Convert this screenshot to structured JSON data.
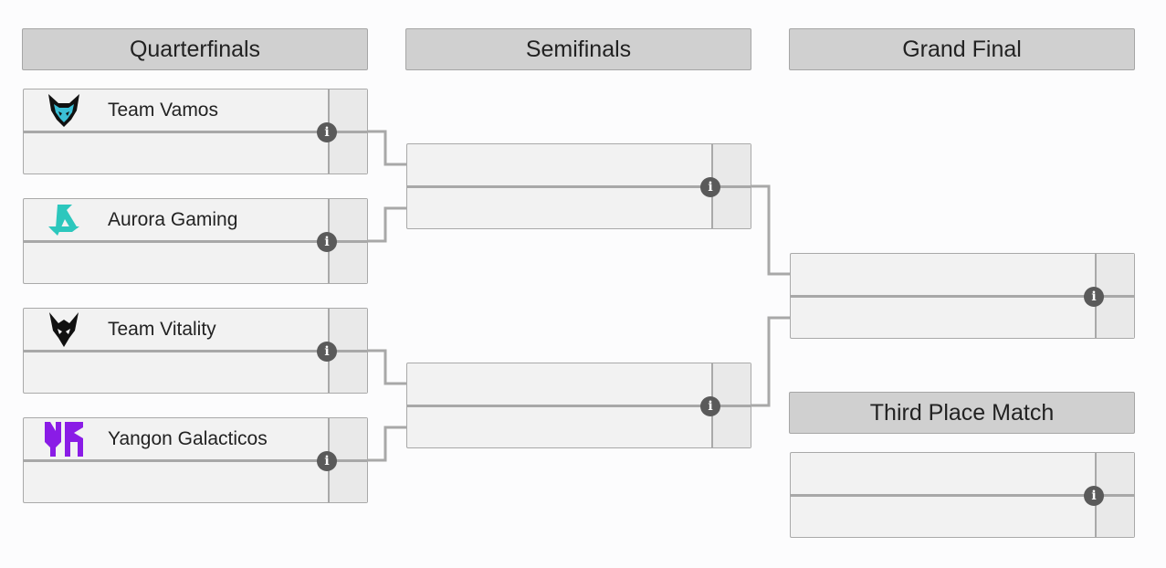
{
  "rounds": {
    "quarterfinals": "Quarterfinals",
    "semifinals": "Semifinals",
    "grand_final": "Grand Final",
    "third_place": "Third Place Match"
  },
  "quarterfinals": [
    {
      "top_team": "Team Vamos",
      "top_logo": "team-vamos-logo-icon",
      "bottom_team": ""
    },
    {
      "top_team": "Aurora Gaming",
      "top_logo": "aurora-gaming-logo-icon",
      "bottom_team": ""
    },
    {
      "top_team": "Team Vitality",
      "top_logo": "team-vitality-logo-icon",
      "bottom_team": ""
    },
    {
      "top_team": "Yangon Galacticos",
      "top_logo": "yangon-galacticos-logo-icon",
      "bottom_team": ""
    }
  ],
  "semifinals": [
    {
      "top_team": "",
      "bottom_team": ""
    },
    {
      "top_team": "",
      "bottom_team": ""
    }
  ],
  "grand_final": {
    "top_team": "",
    "bottom_team": ""
  },
  "third_place_match": {
    "top_team": "",
    "bottom_team": ""
  },
  "info_icon": {
    "glyph": "i",
    "name": "info-icon"
  },
  "colors": {
    "header_bg": "#d0d0d0",
    "match_bg": "#f2f2f2",
    "connector": "#a8a8a8",
    "info_icon_bg": "#5a5a5a",
    "vamos_logo": "#3bbfd6",
    "aurora_logo": "#2cc7bd",
    "vitality_logo": "#111111",
    "yangon_logo": "#8a1ce6"
  }
}
